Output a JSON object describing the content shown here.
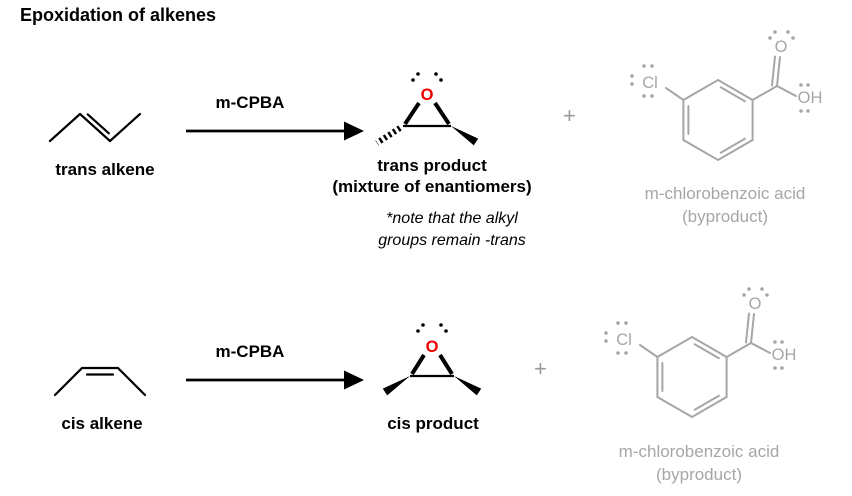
{
  "title": "Epoxidation of alkenes",
  "plus": "+",
  "atoms": {
    "o": "O",
    "cl": "Cl",
    "oh": "OH"
  },
  "colors": {
    "epoxide_oxygen": "#ee0000",
    "structure_gray": "#a6a6a6",
    "text_black": "#000000"
  },
  "row1": {
    "reactant_label": "trans alkene",
    "reagent_label": "m-CPBA",
    "product_label": "trans product",
    "product_sublabel": "(mixture of enantiomers)",
    "note_line1": "*note that the alkyl",
    "note_line2": "groups remain -trans",
    "byproduct_name": "m-chlorobenzoic acid",
    "byproduct_sub": "(byproduct)"
  },
  "row2": {
    "reactant_label": "cis alkene",
    "reagent_label": "m-CPBA",
    "product_label": "cis product",
    "byproduct_name": "m-chlorobenzoic acid",
    "byproduct_sub": "(byproduct)"
  }
}
